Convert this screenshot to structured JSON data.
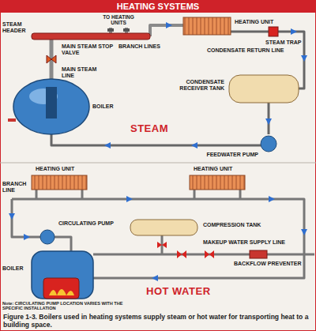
{
  "diagram": {
    "title": "HEATING SYSTEMS",
    "caption": "Figure 1-3. Boilers used in heating systems supply steam or hot water for transporting heat to a building space.",
    "labels": [
      "TO HEATING UNITS",
      "HEATING UNIT",
      "STEAM HEADER",
      "STEAM TRAP",
      "MAIN STEAM STOP VALVE",
      "BRANCH LINES",
      "CONDENSATE RETURN LINE",
      "CONDENSATE RECEIVER TANK",
      "MAIN STEAM LINE",
      "BOILER",
      "STEAM",
      "FEEDWATER PUMP",
      "HEATING UNIT",
      "HEATING UNIT",
      "BRANCH LINE",
      "CIRCULATING PUMP",
      "COMPRESSION TANK",
      "MAKEUP WATER SUPPLY LINE",
      "BACKFLOW PREVENTER",
      "BOILER",
      "Note: CIRCULATING PUMP LOCATION VARIES WITH THE SPECIFIC INSTALLATION",
      "HOT WATER"
    ]
  }
}
